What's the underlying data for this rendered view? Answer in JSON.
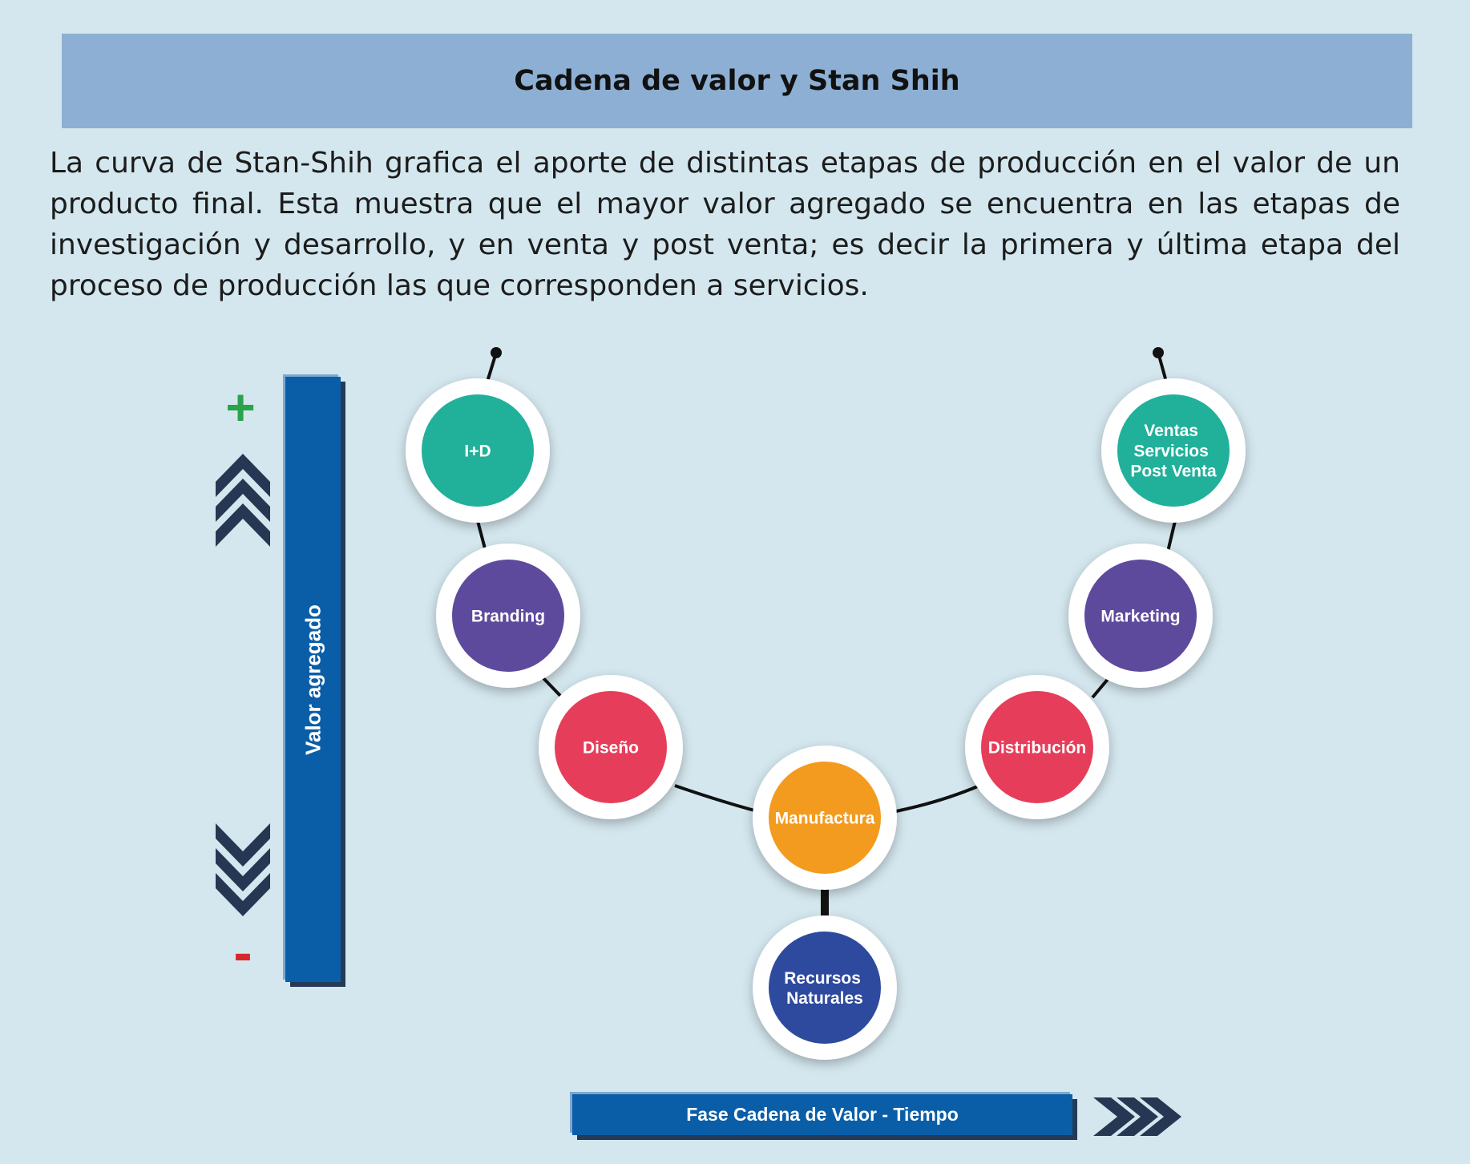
{
  "header": {
    "title": "Cadena de valor y Stan Shih"
  },
  "intro": "La curva de Stan-Shih grafica el aporte de distintas etapas de producción en el valor de un producto final. Esta muestra que el mayor valor agregado se encuentra en las etapas de investigación y desarrollo, y en venta y post venta; es decir la primera y última etapa del proceso de producción las que corresponden a servicios.",
  "axes": {
    "value_label": "Valor agregado",
    "phase_label": "Fase Cadena de Valor - Tiempo",
    "high_sign": "+",
    "low_sign": "-"
  },
  "nodes": [
    {
      "id": "id",
      "lines": [
        "I+D"
      ],
      "color": "#21b09a"
    },
    {
      "id": "branding",
      "lines": [
        "Branding"
      ],
      "color": "#5e4a9c"
    },
    {
      "id": "diseno",
      "lines": [
        "Diseño"
      ],
      "color": "#e63e5a"
    },
    {
      "id": "manufactura",
      "lines": [
        "Manufactura"
      ],
      "color": "#f39b1f"
    },
    {
      "id": "recursos-naturales",
      "lines": [
        "Recursos",
        "Naturales"
      ],
      "color": "#2e4a9e"
    },
    {
      "id": "distribucion",
      "lines": [
        "Distribución"
      ],
      "color": "#e63e5a"
    },
    {
      "id": "marketing",
      "lines": [
        "Marketing"
      ],
      "color": "#5e4a9c"
    },
    {
      "id": "ventas-servicios-post-venta",
      "lines": [
        "Ventas",
        "Servicios",
        "Post Venta"
      ],
      "color": "#21b09a"
    }
  ],
  "colors": {
    "background": "#d4e7ee",
    "header": "#8dafd3",
    "bar": "#0a5ea8",
    "chevron": "#253752",
    "plus": "#2aa34a",
    "minus": "#d8262c"
  },
  "icons": {
    "up": "chevron-up-icon",
    "down": "chevron-down-icon",
    "right": "chevron-right-icon"
  }
}
